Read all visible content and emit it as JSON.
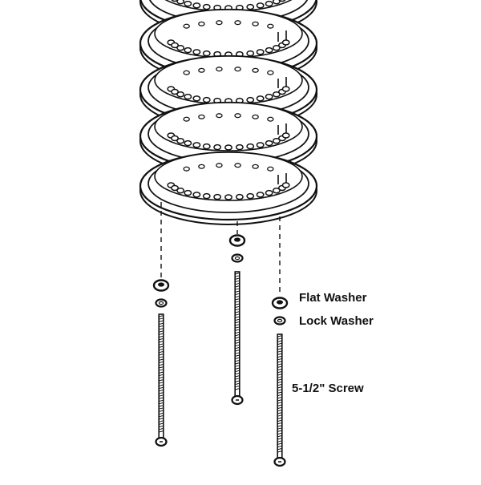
{
  "labels": {
    "flat_washer": "Flat Washer",
    "lock_washer": "Lock Washer",
    "screw": "5-1/2\" Screw"
  },
  "diagram": {
    "stacked_plates": 5,
    "screw_assemblies": 3,
    "line_color": "#111111",
    "fill_color": "#ffffff"
  }
}
